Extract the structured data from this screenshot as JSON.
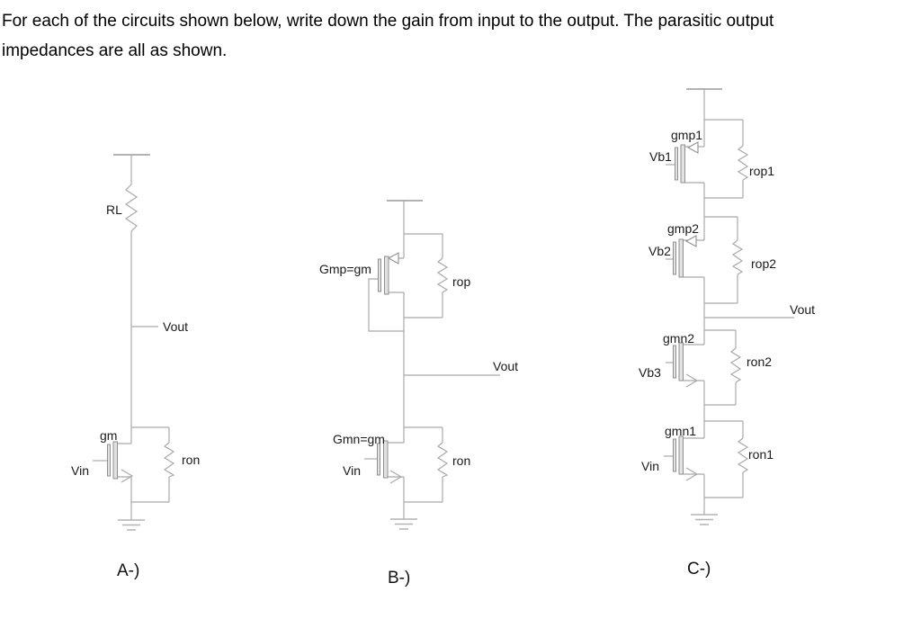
{
  "title": {
    "line1": "For each of the circuits shown below, write down the gain from input to the output. The parasitic output",
    "line2": "impedances are all as shown."
  },
  "circuits": {
    "a": {
      "caption": "A-)",
      "rl": "RL",
      "vout": "Vout",
      "gm": "gm",
      "vin": "Vin",
      "ron": "ron"
    },
    "b": {
      "caption": "B-)",
      "pmos": "Gmp=gm",
      "rop": "rop",
      "vout": "Vout",
      "nmos": "Gmn=gm",
      "vin": "Vin",
      "ron": "ron"
    },
    "c": {
      "caption": "C-)",
      "gmp1": "gmp1",
      "vb1": "Vb1",
      "rop1": "rop1",
      "gmp2": "gmp2",
      "vb2": "Vb2",
      "rop2": "rop2",
      "vout": "Vout",
      "gmn2": "gmn2",
      "vb3": "Vb3",
      "ron2": "ron2",
      "gmn1": "gmn1",
      "vin": "Vin",
      "ron1": "ron1"
    }
  },
  "colors": {
    "wire": "#a9a9a9",
    "text": "#1a1a1a"
  }
}
